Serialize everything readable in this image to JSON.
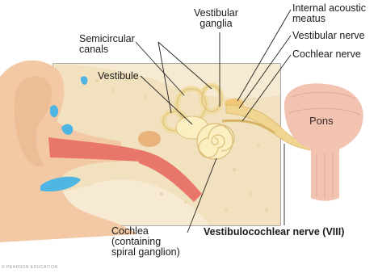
{
  "labels": {
    "vestibular_ganglia": [
      "Vestibular",
      "ganglia"
    ],
    "internal_acoustic_meatus": [
      "Internal acoustic",
      "meatus"
    ],
    "vestibular_nerve": "Vestibular nerve",
    "cochlear_nerve": "Cochlear nerve",
    "semicircular_canals": [
      "Semicircular",
      "canals"
    ],
    "vestibule": "Vestibule",
    "pons": "Pons",
    "cochlea": [
      "Cochlea",
      "(containing",
      "spiral ganglion)"
    ],
    "vestibulocochlear_nerve": "Vestibulocochlear nerve (VIII)",
    "credit": "© PEARSON EDUCATION"
  },
  "colors": {
    "skin": "#f3c9a5",
    "bone": "#f4e4c1",
    "inner_ear": "#fbefc2",
    "nerve": "#f0d48f",
    "pons": "#f3c3b2",
    "canal_red": "#e8766a",
    "fluid_blue": "#4fb6e3",
    "frame": "#555555"
  }
}
